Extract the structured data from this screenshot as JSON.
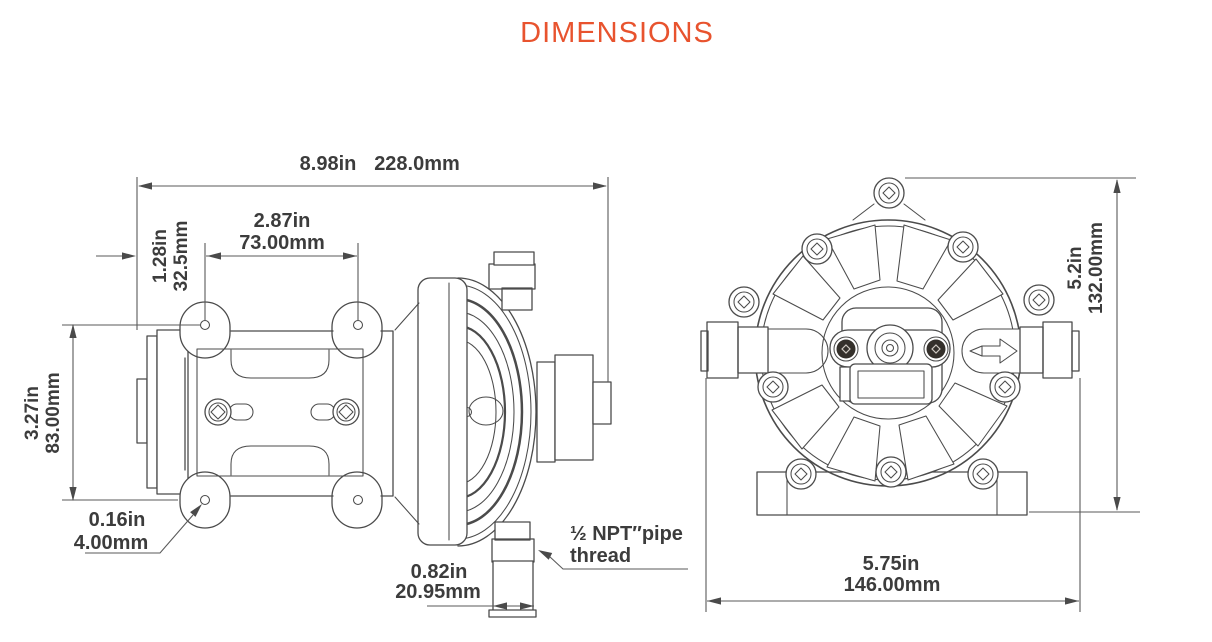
{
  "title": "DIMENSIONS",
  "colors": {
    "accent": "#e8532e",
    "drawing_line": "#4b4b4b",
    "dimension_line": "#5a5a5a",
    "text": "#3c3c3c",
    "thread_dark": "#34302b",
    "background": "#ffffff"
  },
  "side_view": {
    "label": "pump-side-view",
    "overall_length": {
      "in": "8.98in",
      "mm": "228.0mm"
    },
    "bolt_spacing": {
      "in": "2.87in",
      "mm": "73.00mm"
    },
    "edge_offset": {
      "in": "1.28in",
      "mm": "32.5mm"
    },
    "bolt_height": {
      "in": "3.27in",
      "mm": "83.00mm"
    },
    "hole_size": {
      "in": "0.16in",
      "mm": "4.00mm"
    },
    "port_size": {
      "in": "0.82in",
      "mm": "20.95mm"
    },
    "thread_note_line1": "½ NPT″pipe",
    "thread_note_line2": "thread"
  },
  "front_view": {
    "label": "pump-front-view",
    "overall_height": {
      "in": "5.2in",
      "mm": "132.00mm"
    },
    "base_width": {
      "in": "5.75in",
      "mm": "146.00mm"
    }
  }
}
